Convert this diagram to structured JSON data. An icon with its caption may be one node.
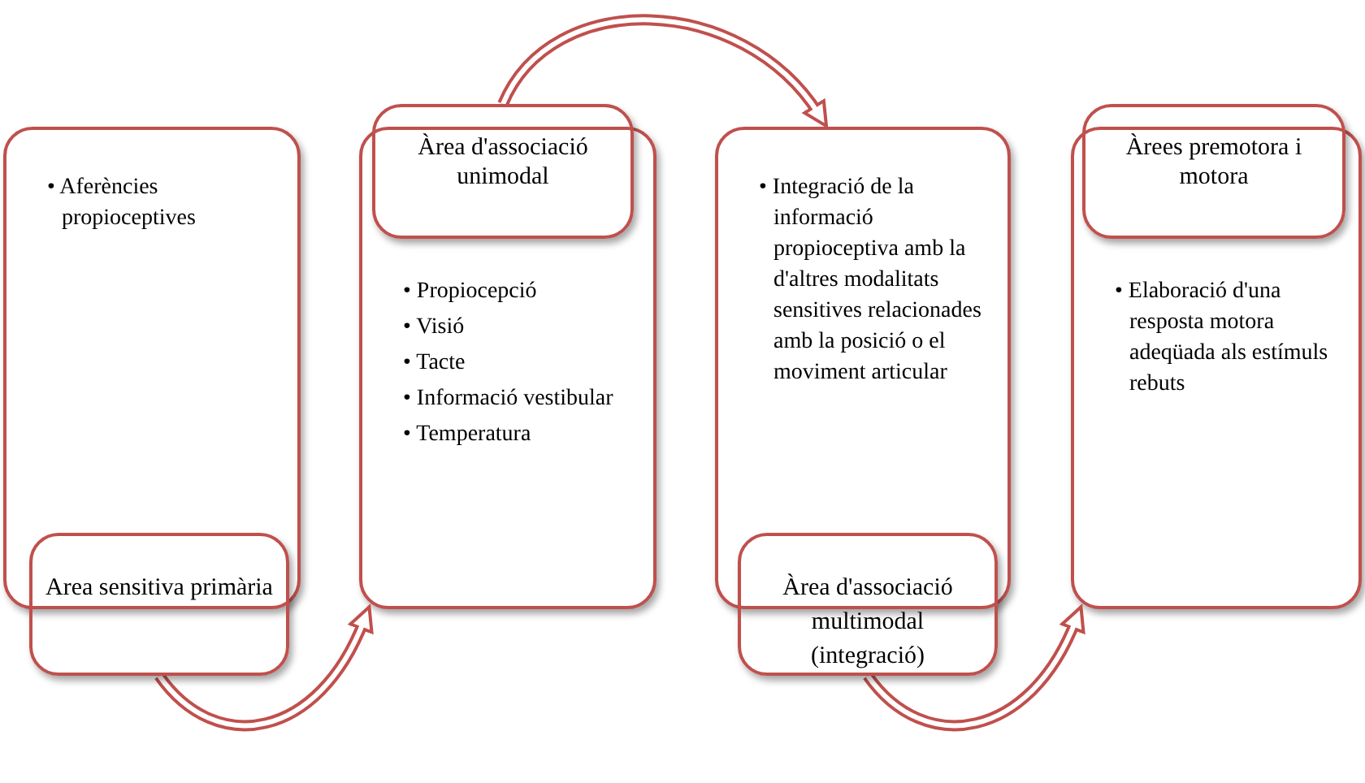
{
  "diagram": {
    "nodes": [
      {
        "text": [
          "• Aferències propioceptives"
        ]
      },
      {
        "text": [
          "Area sensitiva primària"
        ]
      },
      {
        "text": [
          "Àrea d'associació unimodal"
        ]
      },
      {
        "text": [
          "• Propiocepció",
          "• Visió",
          "• Tacte",
          "• Informació vestibular",
          "• Temperatura"
        ]
      },
      {
        "text": [
          "• Integració de la informació propioceptiva amb la d'altres modalitats sensitives relacionades amb la posició o el moviment articular"
        ]
      },
      {
        "text": [
          "Àrea d'associació multimodal (integració)"
        ]
      },
      {
        "text": [
          "Àrees premotora i motora"
        ]
      },
      {
        "text": [
          "• Elaboració d'una resposta motora adeqüada als estímuls rebuts"
        ]
      }
    ],
    "edges": [
      {
        "from": 1,
        "to": 3,
        "arrow": "to"
      },
      {
        "from": 2,
        "to": 4,
        "arrow": "to"
      },
      {
        "from": 5,
        "to": 7,
        "arrow": "to"
      }
    ]
  }
}
